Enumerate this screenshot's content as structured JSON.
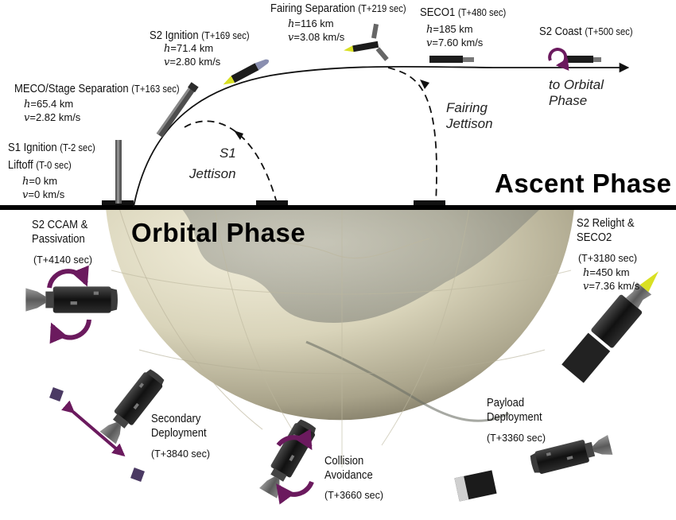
{
  "title_ascent": "Ascent Phase",
  "title_orbital": "Orbital Phase",
  "events": {
    "s1_ignition": {
      "name": "S1 Ignition",
      "time": "(T-2 sec)"
    },
    "liftoff": {
      "name": "Liftoff",
      "time": "(T-0 sec)",
      "h_val": "=0 km",
      "v_val": "=0 km/s"
    },
    "meco": {
      "name": "MECO/Stage Separation",
      "time": "(T+163 sec)",
      "h_val": "=65.4 km",
      "v_val": "=2.82 km/s"
    },
    "s2_ignition": {
      "name": "S2 Ignition",
      "time": "(T+169 sec)",
      "h_val": "=71.4 km",
      "v_val": "=2.80 km/s"
    },
    "fairing_sep": {
      "name": "Fairing Separation",
      "time": "(T+219 sec)",
      "h_val": "=116 km",
      "v_val": "=3.08 km/s"
    },
    "seco1": {
      "name": "SECO1",
      "time": "(T+480 sec)",
      "h_val": "=185 km",
      "v_val": "=7.60 km/s"
    },
    "s2_coast": {
      "name": "S2 Coast",
      "time": "(T+500 sec)"
    },
    "s2_relight": {
      "name_line1": "S2 Relight &",
      "name_line2": "SECO2",
      "time": "(T+3180 sec)",
      "h_val": "=450 km",
      "v_val": "=7.36 km/s"
    },
    "payload_deploy": {
      "name_line1": "Payload",
      "name_line2": "Deployment",
      "time": "(T+3360 sec)"
    },
    "collision_avoid": {
      "name_line1": "Collision",
      "name_line2": "Avoidance",
      "time": "(T+3660 sec)"
    },
    "secondary_deploy": {
      "name_line1": "Secondary",
      "name_line2": "Deployment",
      "time": "(T+3840 sec)"
    },
    "s2_ccam": {
      "name_line1": "S2 CCAM &",
      "name_line2": "Passivation",
      "time": "(T+4140 sec)"
    }
  },
  "symbols": {
    "h": "h",
    "v": "v"
  },
  "annotations": {
    "s1_jettison_1": "S1",
    "s1_jettison_2": "Jettison",
    "fairing_jettison_1": "Fairing",
    "fairing_jettison_2": "Jettison",
    "to_orbital_1": "to Orbital",
    "to_orbital_2": "Phase"
  },
  "colors": {
    "globe_land": "#ddd8c0",
    "globe_shadow": "#76705d",
    "ocean": "#8d8f86",
    "arrow_purple": "#6b1a5e",
    "plume_yellow": "#d9e023",
    "stage_body": "#1c1c1c"
  }
}
